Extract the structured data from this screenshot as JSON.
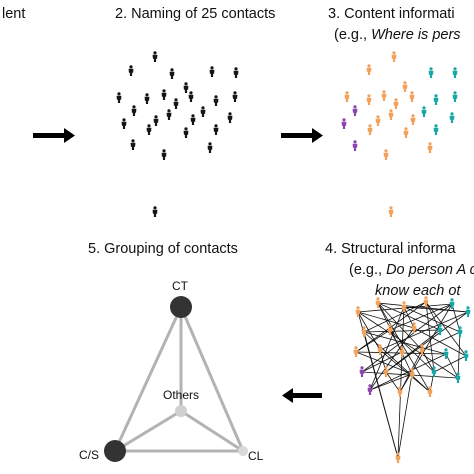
{
  "captions": {
    "step1": "lent",
    "step2": "2. Naming of 25 contacts",
    "step3": "3. Content informati",
    "step3_sub_prefix": "(e.g., ",
    "step3_sub_italic": "Where is pers",
    "step4": "4. Structural informa",
    "step4_sub_prefix": "(e.g., ",
    "step4_sub_italic": "Do person A c",
    "step4_sub_line2": "know each ot",
    "step5": "5. Grouping of contacts"
  },
  "triangle": {
    "top": "CT",
    "center": "Others",
    "left": "C/S",
    "right": "CL"
  },
  "colors": {
    "figure": "#151515",
    "orange": "#f2a15b",
    "teal": "#1aa6a6",
    "purple": "#8e44ad",
    "node_dark": "#333333",
    "node_light": "#cccccc",
    "edge_gray": "#b3b3b3"
  },
  "icons": {
    "arrow": "arrow-right",
    "person": "person-icon"
  }
}
